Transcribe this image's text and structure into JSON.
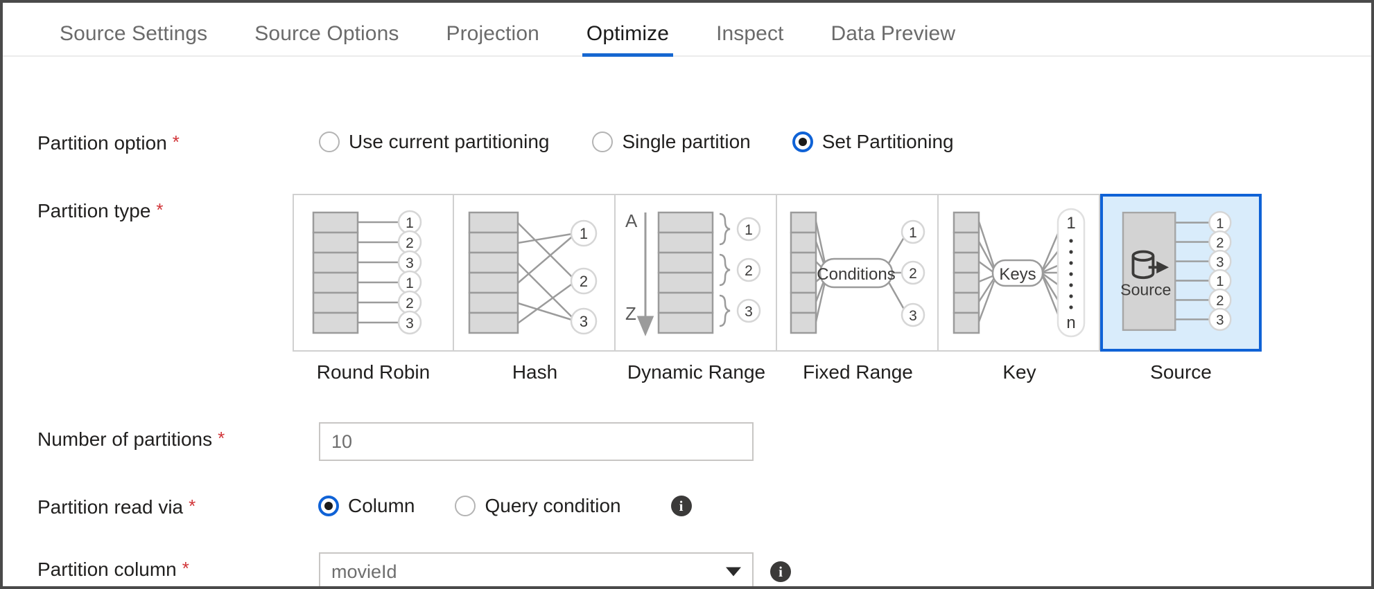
{
  "tabs": [
    {
      "label": "Source Settings",
      "active": false
    },
    {
      "label": "Source Options",
      "active": false
    },
    {
      "label": "Projection",
      "active": false
    },
    {
      "label": "Optimize",
      "active": true
    },
    {
      "label": "Inspect",
      "active": false
    },
    {
      "label": "Data Preview",
      "active": false
    }
  ],
  "colors": {
    "accent": "#0f62d6",
    "tab_underline": "#1667d1",
    "required_asterisk": "#d13438",
    "card_selected_fill": "#d9ecfb",
    "card_border": "#d0d0d0",
    "box_fill": "#d9d9d9",
    "line": "#9b9b9b"
  },
  "fields": {
    "partition_option": {
      "label": "Partition option",
      "required": "*",
      "options": [
        {
          "label": "Use current partitioning",
          "selected": false
        },
        {
          "label": "Single partition",
          "selected": false
        },
        {
          "label": "Set Partitioning",
          "selected": true
        }
      ]
    },
    "partition_type": {
      "label": "Partition type",
      "required": "*",
      "cards": [
        {
          "label": "Round Robin",
          "selected": false,
          "nodes": [
            "1",
            "2",
            "3",
            "1",
            "2",
            "3"
          ]
        },
        {
          "label": "Hash",
          "selected": false,
          "nodes": [
            "1",
            "2",
            "3"
          ]
        },
        {
          "label": "Dynamic Range",
          "selected": false,
          "nodes": [
            "1",
            "2",
            "3"
          ],
          "range_start": "A",
          "range_end": "Z"
        },
        {
          "label": "Fixed Range",
          "selected": false,
          "nodes": [
            "1",
            "2",
            "3"
          ],
          "hub": "Conditions"
        },
        {
          "label": "Key",
          "selected": false,
          "hub": "Keys",
          "capsule_top": "1",
          "capsule_bottom": "n"
        },
        {
          "label": "Source",
          "selected": true,
          "icon_label": "Source",
          "nodes": [
            "1",
            "2",
            "3",
            "1",
            "2",
            "3"
          ]
        }
      ]
    },
    "number_of_partitions": {
      "label": "Number of partitions",
      "required": "*",
      "value": "10",
      "placeholder": "10"
    },
    "partition_read_via": {
      "label": "Partition read via",
      "required": "*",
      "options": [
        {
          "label": "Column",
          "selected": true
        },
        {
          "label": "Query condition",
          "selected": false
        }
      ],
      "info": "i"
    },
    "partition_column": {
      "label": "Partition column",
      "required": "*",
      "value": "movieId",
      "info": "i"
    }
  }
}
